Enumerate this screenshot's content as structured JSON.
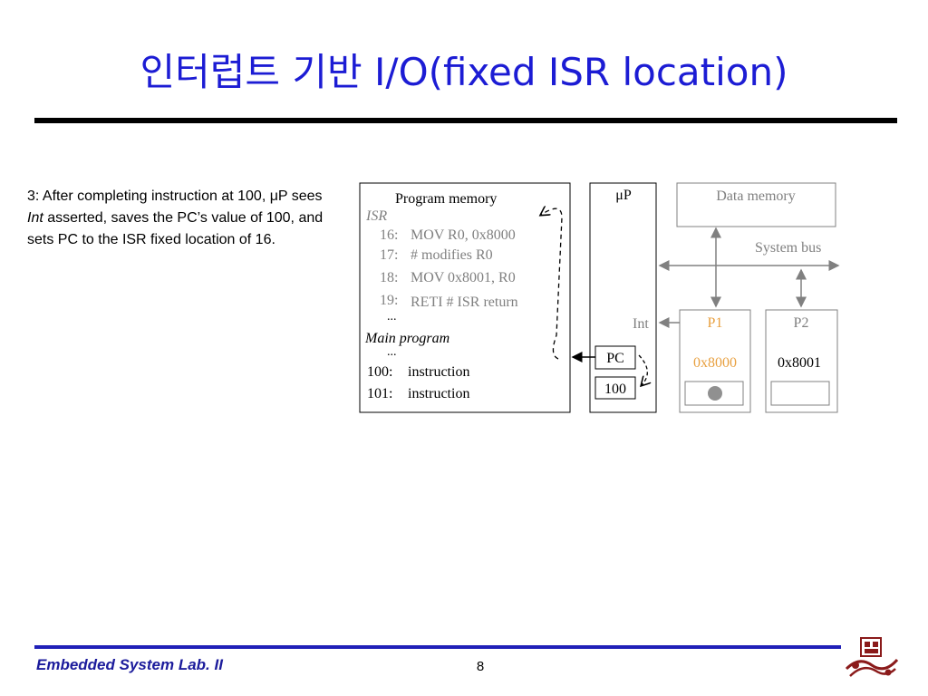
{
  "slide": {
    "title": "인터럽트 기반 I/O(fixed ISR location)",
    "caption": {
      "part1": "3: After completing instruction at 100, ",
      "mu": "μ",
      "part2": "P sees ",
      "int_word": "Int",
      "part3": " asserted, saves the PC’s value of 100, and sets PC to the ISR fixed location of 16."
    },
    "footer": {
      "label": "Embedded System Lab. II",
      "page": "8"
    }
  },
  "diagram": {
    "program_memory": {
      "title": "Program memory",
      "isr_label": "ISR",
      "isr_lines": [
        {
          "num": "16:",
          "text": "MOV R0, 0x8000"
        },
        {
          "num": "17:",
          "text": "# modifies R0"
        },
        {
          "num": "18:",
          "text": "MOV 0x8001, R0"
        },
        {
          "num": "19:",
          "text": "RETI  # ISR return"
        }
      ],
      "ellipsis": "...",
      "main_label": "Main program",
      "main_lines": [
        {
          "num": "100:",
          "text": "instruction"
        },
        {
          "num": "101:",
          "text": "instruction"
        }
      ]
    },
    "processor": {
      "title": "μP",
      "pc_label": "PC",
      "pc_value": "100",
      "int_label": "Int"
    },
    "data_memory": {
      "title": "Data memory"
    },
    "bus": {
      "label": "System bus"
    },
    "peripherals": [
      {
        "name": "P1",
        "address": "0x8000",
        "highlight": true
      },
      {
        "name": "P2",
        "address": "0x8001",
        "highlight": false
      }
    ],
    "colors": {
      "title_blue": "#1c1cd4",
      "highlight_orange": "#e8a040",
      "dim_gray": "#808080",
      "footer_blue": "#2020b8"
    }
  }
}
